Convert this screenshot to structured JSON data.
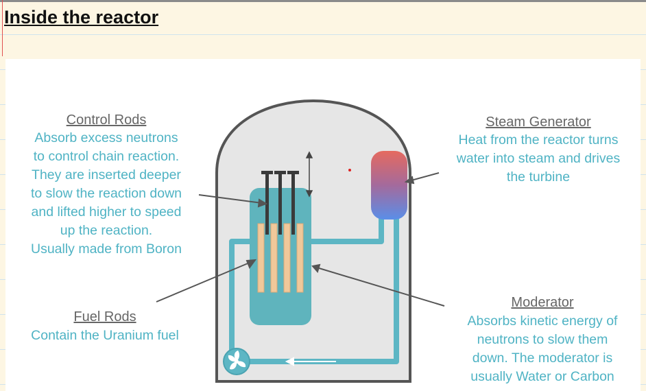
{
  "page": {
    "title": "Inside the reactor"
  },
  "diagram": {
    "control_rods": {
      "heading": "Control Rods",
      "lines": [
        "Absorb excess neutrons",
        "to control chain reaction.",
        "They are inserted deeper",
        "to slow the reaction down",
        "and lifted higher to speed",
        "up the reaction.",
        "Usually made from Boron"
      ]
    },
    "steam_generator": {
      "heading": "Steam Generator",
      "lines": [
        "Heat from the reactor turns",
        "water into steam and drives",
        "the turbine"
      ]
    },
    "fuel_rods": {
      "heading": "Fuel Rods",
      "lines": [
        "Contain the Uranium fuel"
      ]
    },
    "moderator": {
      "heading": "Moderator",
      "lines": [
        "Absorbs kinetic energy of",
        "neutrons to slow them",
        "down. The moderator is",
        "usually Water or Carbon"
      ]
    },
    "colors": {
      "dome_fill": "#e6e6e6",
      "dome_stroke": "#555555",
      "water": "#5db6c4",
      "core": "#5fb4bd",
      "fuel_rod": "#f0c89a",
      "control_rod": "#3a3a3a",
      "text_accent": "#4fb3c4",
      "steam_top": "#e56a5f",
      "steam_bottom": "#5a8ee8"
    }
  }
}
